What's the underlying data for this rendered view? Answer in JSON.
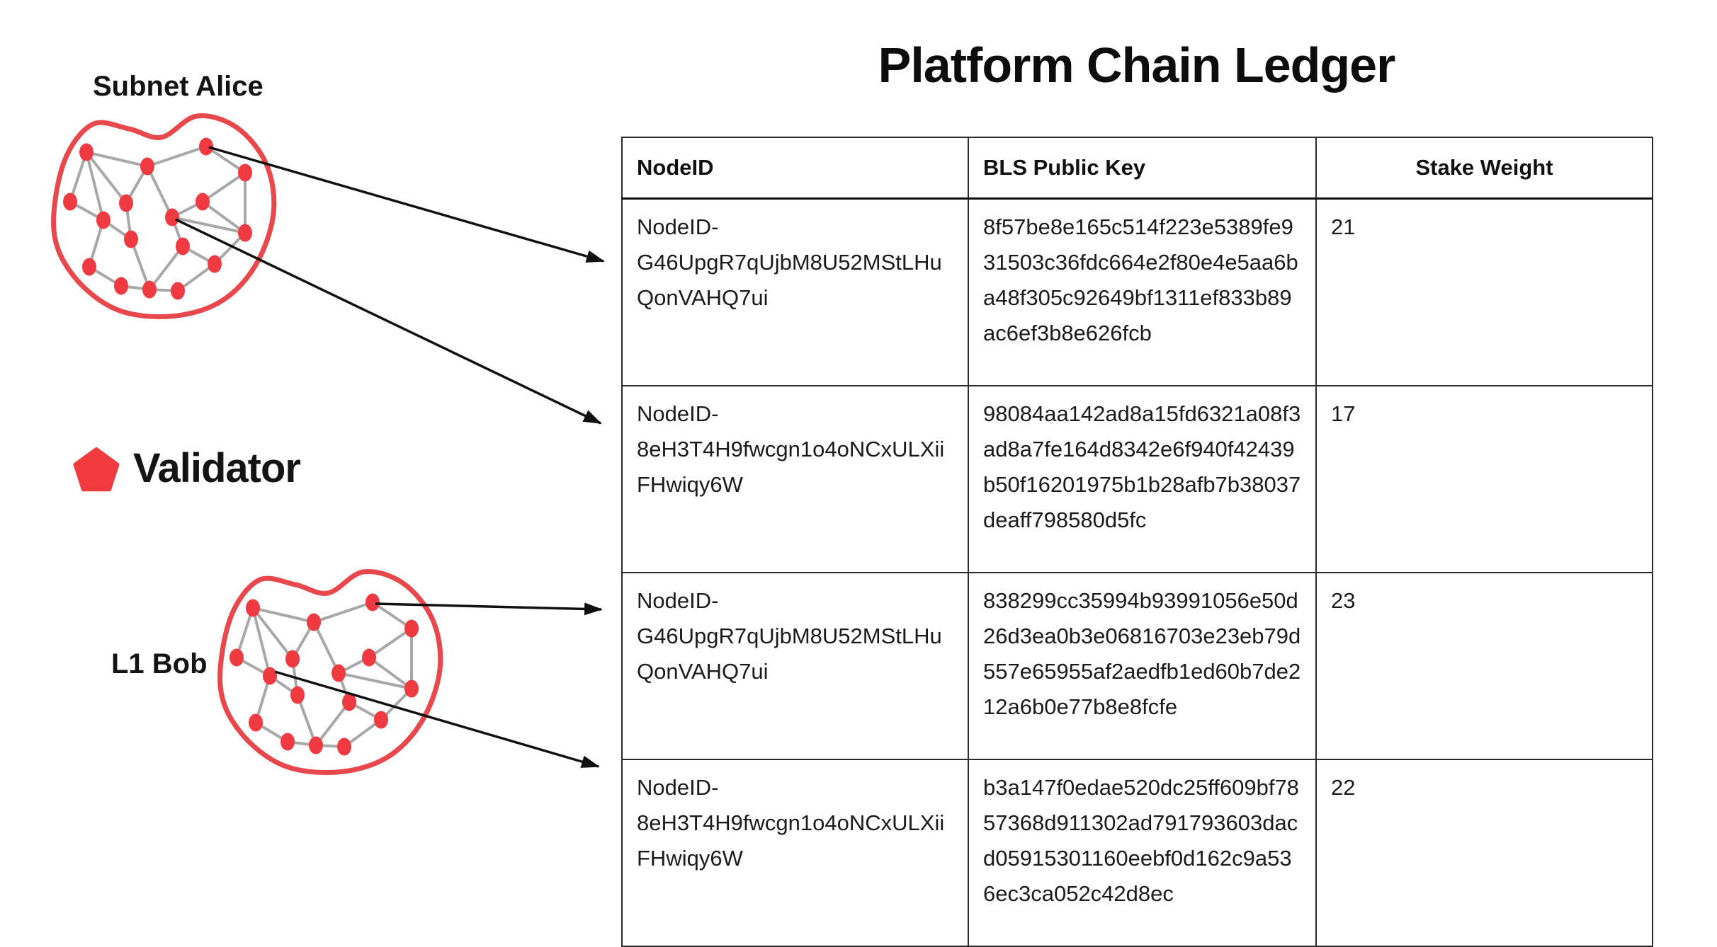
{
  "title": "Platform Chain Ledger",
  "subnets": {
    "alice_label": "Subnet Alice",
    "bob_label": "L1 Bob"
  },
  "legend": {
    "validator_label": "Validator",
    "validator_color": "#f23b3f"
  },
  "diagram_colors": {
    "blob_outline": "#e8484c",
    "node_fill": "#f03a42",
    "edge_gray": "#a8a8a8",
    "arrow_black": "#111111"
  },
  "ledger": {
    "columns": [
      "NodeID",
      "BLS Public Key",
      "Stake Weight"
    ],
    "rows": [
      {
        "node_id": "NodeID-G46UpgR7qUjbM8U52MStLHuQonVAHQ7ui",
        "bls_public_key": "8f57be8e165c514f223e5389fe931503c36fdc664e2f80e4e5aa6ba48f305c92649bf1311ef833b89ac6ef3b8e626fcb",
        "stake_weight": "21"
      },
      {
        "node_id": "NodeID-8eH3T4H9fwcgn1o4oNCxULXiiFHwiqy6W",
        "bls_public_key": "98084aa142ad8a15fd6321a08f3ad8a7fe164d8342e6f940f42439b50f16201975b1b28afb7b38037deaff798580d5fc",
        "stake_weight": "17"
      },
      {
        "node_id": "NodeID-G46UpgR7qUjbM8U52MStLHuQonVAHQ7ui",
        "bls_public_key": "838299cc35994b93991056e50d26d3ea0b3e06816703e23eb79d557e65955af2aedfb1ed60b7de212a6b0e77b8e8fcfe",
        "stake_weight": "23"
      },
      {
        "node_id": "NodeID-8eH3T4H9fwcgn1o4oNCxULXiiFHwiqy6W",
        "bls_public_key": "b3a147f0edae520dc25ff609bf7857368d911302ad791793603dacd05915301160eebf0d162c9a536ec3ca052c42d8ec",
        "stake_weight": "22"
      }
    ]
  }
}
